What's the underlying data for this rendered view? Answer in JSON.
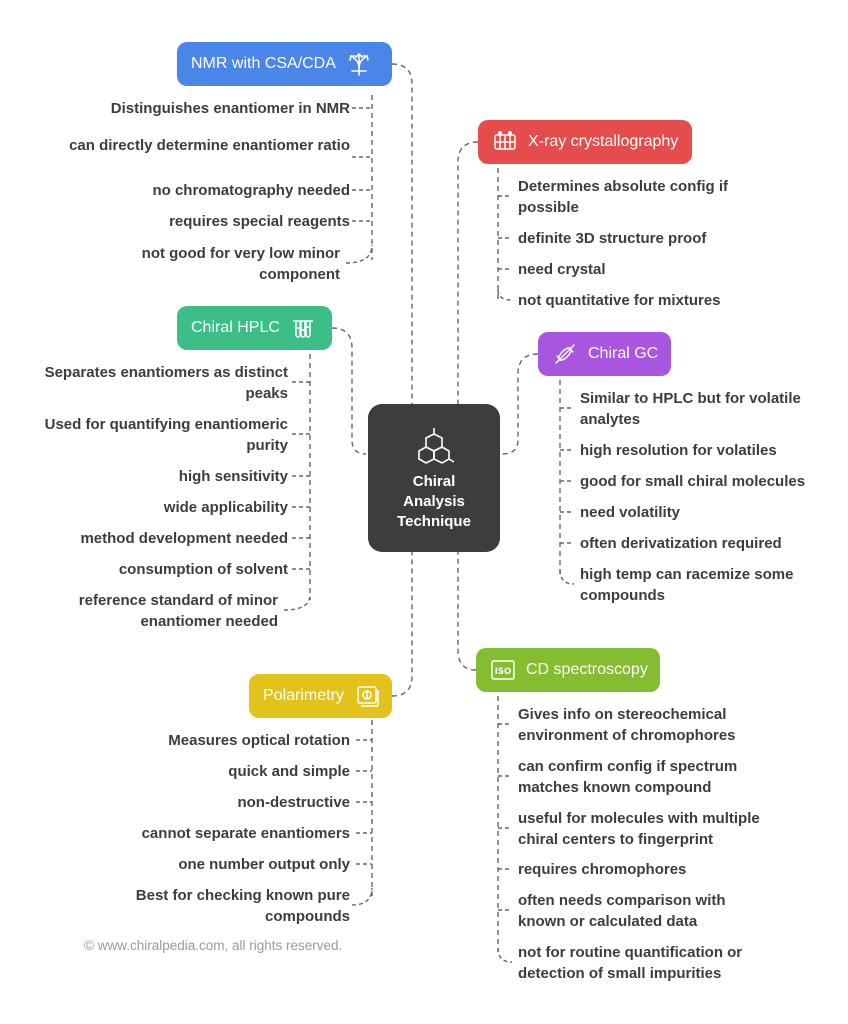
{
  "center": {
    "title": "Chiral Analysis Technique",
    "icon": "molecule-icon"
  },
  "branches": {
    "nmr": {
      "label": "NMR with CSA/CDA",
      "color": "#4a86e8",
      "icon": "split-arrows-icon",
      "items": [
        "Distinguishes enantiomer in NMR",
        "can directly determine enantiomer ratio",
        "no chromatography needed",
        "requires special reagents",
        "not good for very low minor component"
      ]
    },
    "xray": {
      "label": "X-ray crystallography",
      "color": "#e54d4d",
      "icon": "crystal-lattice-icon",
      "items": [
        "Determines absolute config if possible",
        "definite 3D structure proof",
        "need crystal",
        "not quantitative for mixtures"
      ]
    },
    "hplc": {
      "label": "Chiral HPLC",
      "color": "#3cbf86",
      "icon": "test-tubes-icon",
      "items": [
        "Separates enantiomers as distinct peaks",
        "Used for quantifying enantiomeric purity",
        "high sensitivity",
        "wide applicability",
        "method development needed",
        "consumption of solvent",
        "reference standard of minor enantiomer needed"
      ]
    },
    "gc": {
      "label": "Chiral GC",
      "color": "#a855e0",
      "icon": "column-icon",
      "items": [
        "Similar to HPLC but for volatile analytes",
        "high resolution for volatiles",
        "good for small chiral molecules",
        "need volatility",
        "often derivatization required",
        "high temp can racemize some compounds"
      ]
    },
    "polarimetry": {
      "label": "Polarimetry",
      "color": "#e2c21b",
      "icon": "polarimeter-icon",
      "items": [
        "Measures optical rotation",
        "quick and simple",
        "non-destructive",
        "cannot separate enantiomers",
        "one number output only",
        "Best for checking known pure compounds"
      ]
    },
    "cd": {
      "label": "CD spectroscopy",
      "color": "#84bd2f",
      "icon": "iso-icon",
      "items": [
        "Gives info on stereochemical environment of chromophores",
        "can confirm config if spectrum matches known compound",
        "useful for molecules with multiple chiral centers to fingerprint",
        "requires chromophores",
        "often needs comparison with known or calculated data",
        "not for routine quantification or detection of small impurities"
      ]
    }
  },
  "footer": "© www.chiralpedia.com, all rights reserved."
}
